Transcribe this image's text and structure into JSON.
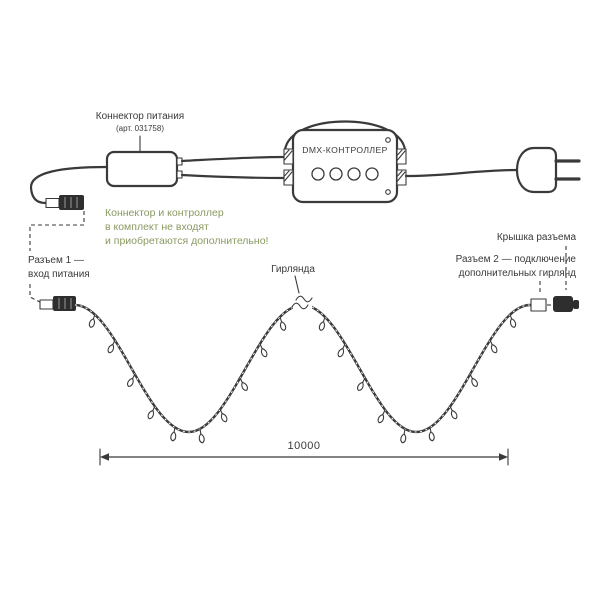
{
  "colors": {
    "line": "#3a3a3a",
    "note": "#8a9a62",
    "connector_fill": "#2e2e2e"
  },
  "labels": {
    "power_connector": "Коннектор питания",
    "power_connector_art": "(арт. 031758)",
    "dmx_controller": "DMX-КОНТРОЛЛЕР",
    "note": {
      "line1": "Коннектор и контроллер",
      "line2": "в комплект не входят",
      "line3": "и приобретаются дополнительно!"
    },
    "cap_label": "Крышка разъема",
    "jack1": {
      "line1": "Разъем 1 —",
      "line2": "вход питания"
    },
    "garland_label": "Гирлянда",
    "jack2": {
      "line1": "Разъем 2 — подключение",
      "line2": "дополнительных гирлянд"
    },
    "dimension_length": "10000"
  }
}
